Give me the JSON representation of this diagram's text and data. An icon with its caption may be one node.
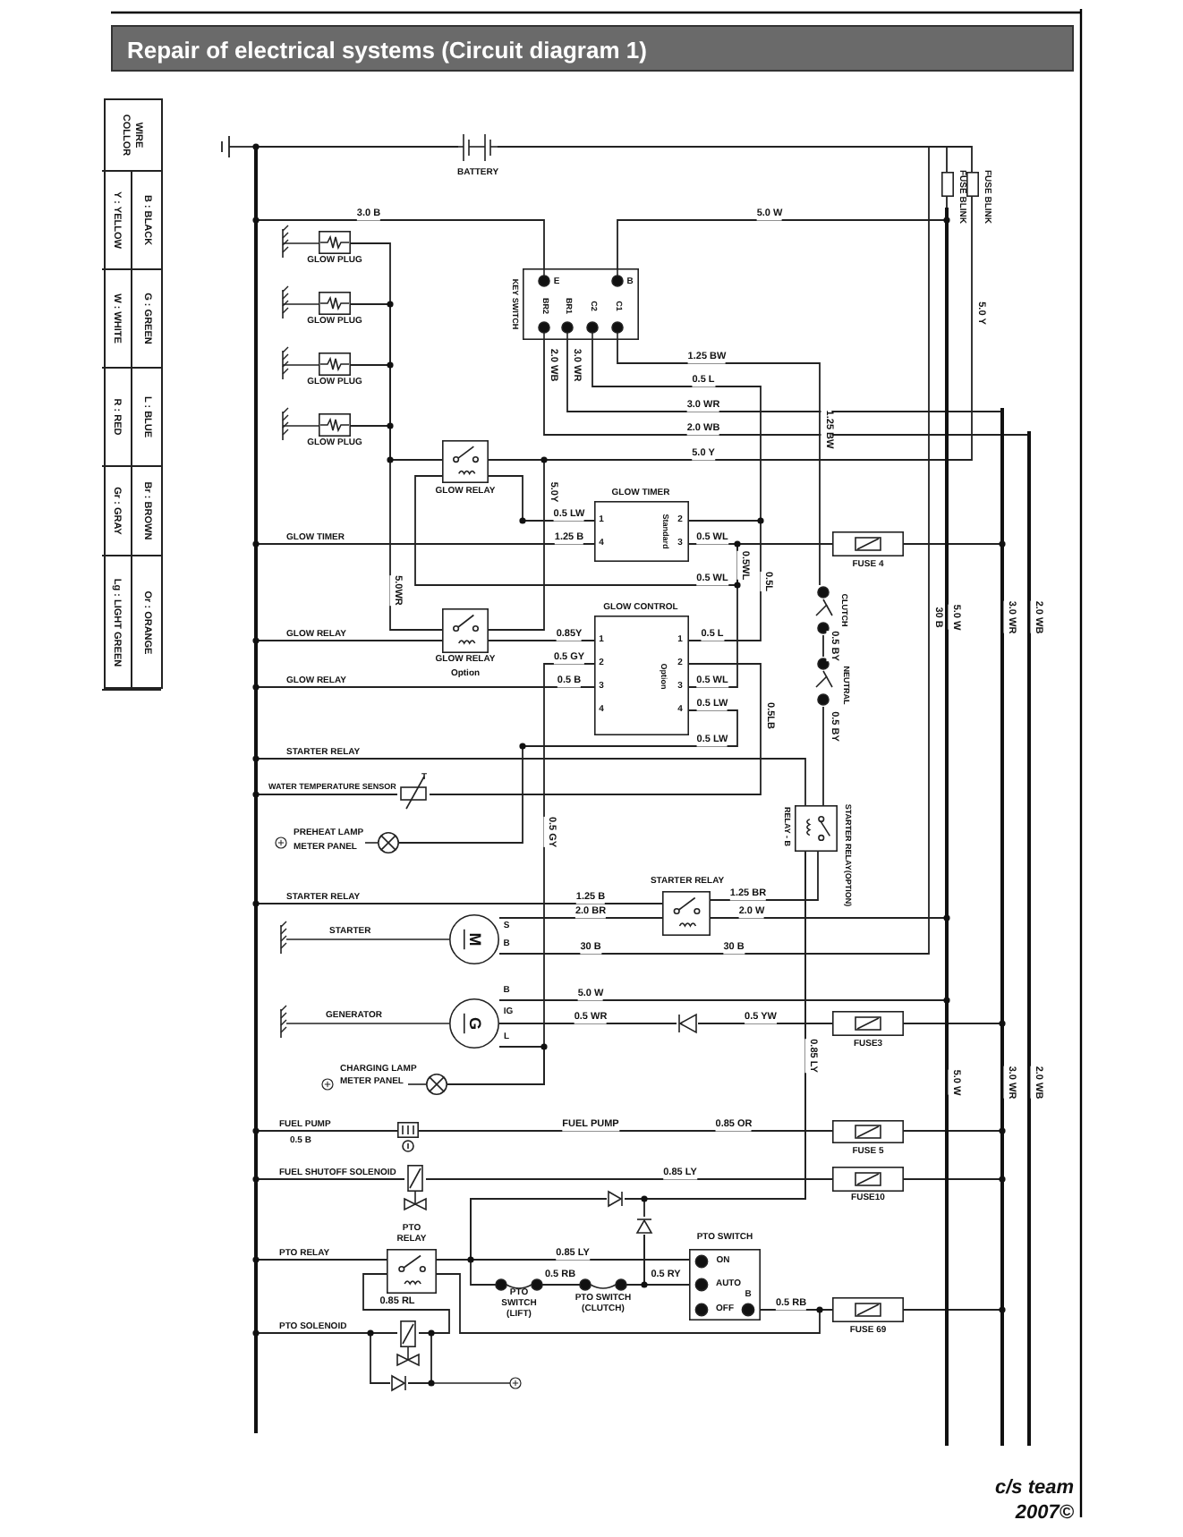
{
  "diagram": {
    "title": "Repair of electrical systems (Circuit diagram 1)",
    "nodes": [
      {
        "text": [
          "BATTERY"
        ]
      },
      {
        "text": [
          "FUSE BLINK"
        ]
      },
      {
        "text": [
          "FUSE BLINK"
        ]
      },
      {
        "text": [
          "GLOW PLUG"
        ]
      },
      {
        "text": [
          "GLOW PLUG"
        ]
      },
      {
        "text": [
          "GLOW PLUG"
        ]
      },
      {
        "text": [
          "GLOW PLUG"
        ]
      },
      {
        "text": [
          "KEY SWITCH",
          "E",
          "B",
          "BR2",
          "BR1",
          "C2",
          "C1"
        ]
      },
      {
        "text": [
          "GLOW RELAY"
        ]
      },
      {
        "text": [
          "GLOW TIMER",
          "1",
          "4",
          "2",
          "3",
          "Standard"
        ]
      },
      {
        "text": [
          "GLOW RELAY",
          "Option"
        ]
      },
      {
        "text": [
          "GLOW CONTROL",
          "1",
          "2",
          "3",
          "4",
          "1",
          "2",
          "3",
          "4",
          "Option"
        ]
      },
      {
        "text": [
          "FUSE 4"
        ]
      },
      {
        "text": [
          "CLUTCH"
        ]
      },
      {
        "text": [
          "NEUTRAL"
        ]
      },
      {
        "text": [
          "RELAY - B",
          "STARTER RELAY(OPTION)"
        ]
      },
      {
        "text": [
          "T"
        ],
        "beside": [
          "WATER TEMPERATURE SENSOR"
        ]
      },
      {
        "text": [],
        "shape": "circle",
        "beside": [
          "PREHEAT LAMP",
          "METER PANEL"
        ]
      },
      {
        "text": [
          "STARTER RELAY"
        ]
      },
      {
        "text": [
          "M",
          "S",
          "B"
        ]
      },
      {
        "text": [
          "G",
          "B",
          "IG",
          "L"
        ]
      },
      {
        "text": [],
        "shape": "circle",
        "beside": [
          "CHARGING LAMP",
          "METER PANEL"
        ]
      },
      {
        "text": [],
        "shape": "triangle"
      },
      {
        "text": [
          "FUSE3"
        ]
      },
      {
        "text": [],
        "shape": "box"
      },
      {
        "text": [
          "FUSE 5"
        ]
      },
      {
        "text": [],
        "shape": "box",
        "beside": [
          "FUEL SHUTOFF SOLENOID"
        ]
      },
      {
        "text": [
          "FUSE10"
        ]
      },
      {
        "text": [
          "PTO RELAY"
        ]
      },
      {
        "text": [
          "PTO SWITCH (LIFT)"
        ]
      },
      {
        "text": [
          "PTO SWITCH (CLUTCH)"
        ]
      },
      {
        "text": [
          "PTO SWITCH",
          "ON",
          "AUTO",
          "OFF",
          "B"
        ]
      },
      {
        "text": [
          "FUSE 69"
        ]
      },
      {
        "text": [],
        "shape": "box"
      },
      {
        "text": [],
        "shape": "bar"
      },
      {
        "text": [],
        "shape": "bar"
      },
      {
        "text": [],
        "shape": "bar"
      },
      {
        "text": [],
        "shape": "bar"
      },
      {
        "text": [],
        "shape": "triangle"
      },
      {
        "text": [],
        "shape": "triangle"
      },
      {
        "text": [],
        "shape": "triangle"
      }
    ],
    "edges": [
      {
        "from": 0,
        "to": 1,
        "arrow": "none"
      },
      {
        "from": 0,
        "to": 2,
        "arrow": "none"
      },
      {
        "from": 7,
        "to": 13,
        "arrow": "none",
        "label": "1.25 BW"
      },
      {
        "from": 7,
        "to": 9,
        "arrow": "none",
        "label": "0.5 L"
      },
      {
        "from": 13,
        "to": 14,
        "arrow": "none",
        "label": "0.5 BY"
      },
      {
        "from": 14,
        "to": 15,
        "arrow": "none",
        "label": "0.5 BY"
      },
      {
        "from": 15,
        "to": 18,
        "arrow": "none",
        "label": "1.25 BR"
      },
      {
        "from": 19,
        "to": 18,
        "arrow": "none",
        "label": "2.0 BR"
      },
      {
        "from": 20,
        "to": 22,
        "arrow": "none",
        "label": "0.5 WR"
      },
      {
        "from": 22,
        "to": 23,
        "arrow": "none",
        "label": "0.5 YW"
      },
      {
        "from": 11,
        "to": 21,
        "arrow": "none",
        "label": "0.5 GY"
      },
      {
        "from": 20,
        "to": 21,
        "arrow": "none"
      },
      {
        "from": 8,
        "to": 9,
        "arrow": "none",
        "label": "0.5 LW"
      },
      {
        "from": 9,
        "to": 12,
        "arrow": "none",
        "label": "0.5 WL"
      },
      {
        "from": 11,
        "to": 9,
        "arrow": "none",
        "label": "0.5 WL"
      },
      {
        "from": 11,
        "to": 9,
        "arrow": "none",
        "label": "0.5 L"
      },
      {
        "from": 11,
        "to": 16,
        "arrow": "none",
        "label": "0.5LB"
      },
      {
        "from": 11,
        "to": 17,
        "arrow": "none",
        "label": "0.5 LW"
      },
      {
        "from": 24,
        "to": 25,
        "arrow": "none",
        "label": "0.85 OR"
      },
      {
        "from": 26,
        "to": 27,
        "arrow": "none",
        "label": "0.85 LY"
      },
      {
        "from": 28,
        "to": 31,
        "arrow": "none",
        "label": "0.85 LY"
      },
      {
        "from": 29,
        "to": 30,
        "arrow": "none",
        "label": "0.5 RB"
      },
      {
        "from": 30,
        "to": 31,
        "arrow": "none",
        "label": "0.5 RY"
      },
      {
        "from": 31,
        "to": 32,
        "arrow": "none",
        "label": "0.5 RB"
      },
      {
        "from": 28,
        "to": 33,
        "arrow": "none",
        "label": "0.85 RL"
      },
      {
        "from": 3,
        "to": 8,
        "arrow": "none"
      },
      {
        "from": 4,
        "to": 8,
        "arrow": "none"
      },
      {
        "from": 5,
        "to": 8,
        "arrow": "none"
      },
      {
        "from": 6,
        "to": 8,
        "arrow": "none"
      },
      {
        "from": 8,
        "to": 10,
        "arrow": "none"
      },
      {
        "from": 8,
        "to": 10,
        "arrow": "none",
        "label": "5.0Y"
      },
      {
        "from": 8,
        "to": 2,
        "arrow": "none",
        "label": "5.0 Y"
      },
      {
        "from": 7,
        "to": 35,
        "arrow": "none",
        "label": "5.0 W"
      },
      {
        "from": 0,
        "to": 19,
        "arrow": "none",
        "label": "30 B"
      },
      {
        "from": 8,
        "to": 9,
        "arrow": "none",
        "label": "0.5 WL"
      },
      {
        "from": 34,
        "to": 0,
        "arrow": "none"
      },
      {
        "from": 34,
        "to": 7,
        "arrow": "none",
        "label": "3.0 B"
      },
      {
        "from": 7,
        "to": 36,
        "arrow": "none",
        "label": "3.0 WR"
      },
      {
        "from": 7,
        "to": 37,
        "arrow": "none",
        "label": "2.0 WB"
      },
      {
        "from": 34,
        "to": 9,
        "arrow": "none",
        "label": "1.25 B"
      },
      {
        "from": 12,
        "to": 36,
        "arrow": "none"
      },
      {
        "from": 34,
        "to": 10,
        "arrow": "none"
      },
      {
        "from": 34,
        "to": 11,
        "arrow": "none",
        "label": "0.5 B"
      },
      {
        "from": 34,
        "to": 15,
        "arrow": "none"
      },
      {
        "from": 34,
        "to": 16,
        "arrow": "none"
      },
      {
        "from": 34,
        "to": 18,
        "arrow": "none",
        "label": "1.25 B"
      },
      {
        "from": 18,
        "to": 35,
        "arrow": "none",
        "label": "2.0 W"
      },
      {
        "from": 20,
        "to": 35,
        "arrow": "none",
        "label": "5.0 W"
      },
      {
        "from": 23,
        "to": 36,
        "arrow": "none"
      },
      {
        "from": 34,
        "to": 24,
        "arrow": "none"
      },
      {
        "from": 25,
        "to": 36,
        "arrow": "none"
      },
      {
        "from": 34,
        "to": 26,
        "arrow": "none"
      },
      {
        "from": 27,
        "to": 36,
        "arrow": "none"
      },
      {
        "from": 34,
        "to": 28,
        "arrow": "none"
      },
      {
        "from": 28,
        "to": 32,
        "arrow": "none"
      },
      {
        "from": 32,
        "to": 36,
        "arrow": "none"
      },
      {
        "from": 34,
        "to": 33,
        "arrow": "none"
      },
      {
        "from": 15,
        "to": 38,
        "arrow": "none",
        "label": "0.85 LY"
      },
      {
        "from": 15,
        "to": 39,
        "arrow": "none"
      },
      {
        "from": 38,
        "to": 29,
        "arrow": "none"
      },
      {
        "from": 38,
        "to": 31,
        "arrow": "none"
      },
      {
        "from": 39,
        "to": 30,
        "arrow": "none"
      },
      {
        "from": 39,
        "to": 31,
        "arrow": "none"
      },
      {
        "from": 40,
        "to": 33,
        "arrow": "none"
      },
      {
        "from": 40,
        "to": 33,
        "arrow": "none"
      },
      {
        "from": 1,
        "to": 35,
        "arrow": "none"
      },
      {
        "from": 10,
        "to": 11,
        "arrow": "none",
        "label": "0.85Y"
      }
    ],
    "labels": [
      "WIRE COLLOR",
      "B : BLACK",
      "G : GREEN",
      "L : BLUE",
      "Br : BROWN",
      "Or : ORANGE",
      "Y : YELLOW",
      "W : WHITE",
      "R : RED",
      "Gr : GRAY",
      "Lg : LIGHT GREEN",
      "2.0 WB",
      "3.0 WR",
      "5.0 Y",
      "1.25 BW",
      "5.0WR",
      "GLOW TIMER",
      "0.5WL",
      "0.5L",
      "GLOW RELAY",
      "GLOW RELAY",
      "0.5 LW",
      "30 B",
      "5.0 W",
      "3.0 WR",
      "2.0 WB",
      "STARTER RELAY",
      "STARTER RELAY",
      "STARTER",
      "30 B",
      "GENERATOR",
      "0.5 GY",
      "5.0 W",
      "3.0 WR",
      "2.0 WB",
      "FUEL PUMP",
      "0.5 B",
      "FUEL PUMP",
      "PTO RELAY",
      "PTO SOLENOID",
      "c/s team",
      "2007©"
    ]
  }
}
